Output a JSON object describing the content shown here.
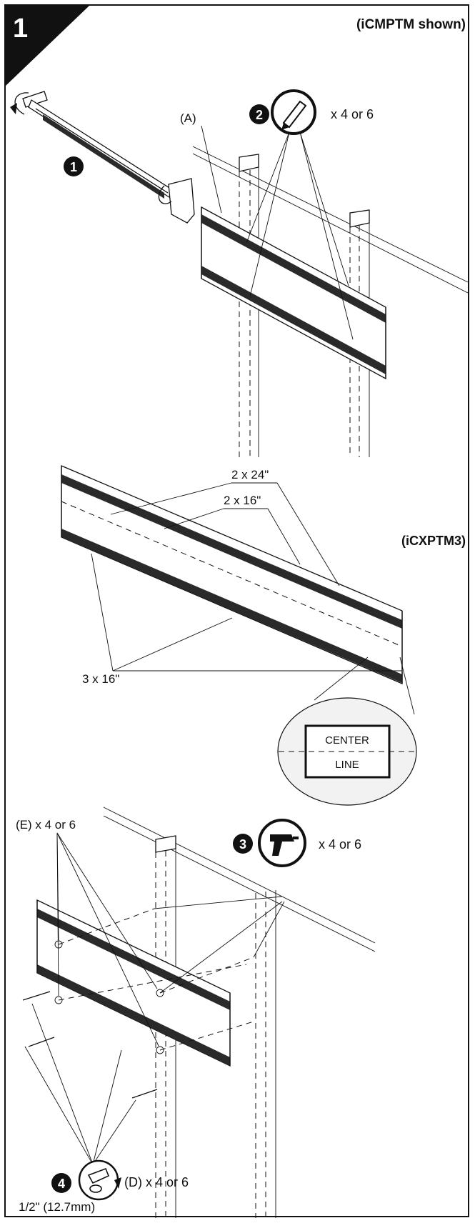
{
  "step": {
    "number": "1"
  },
  "panel1": {
    "model_note": "(iCMPTM shown)",
    "part_label": "(A)",
    "callout_1": "1",
    "callout_2": "2",
    "mark_qty": "x 4 or 6",
    "icon": "pencil-icon"
  },
  "panel2": {
    "model_note": "(iCXPTM3)",
    "label_2x24": "2 x 24\"",
    "label_2x16": "2 x 16\"",
    "label_3x16": "3 x 16\"",
    "center_line_top": "CENTER",
    "center_line_bottom": "LINE"
  },
  "panel3": {
    "part_e": "(E) x 4 or 6",
    "callout_3": "3",
    "drill_qty": "x 4 or 6",
    "callout_4": "4",
    "part_d": "(D) x 4 or 6",
    "socket_size": "1/2\" (12.7mm)",
    "icons": [
      "drill-icon",
      "wrench-icon"
    ]
  }
}
